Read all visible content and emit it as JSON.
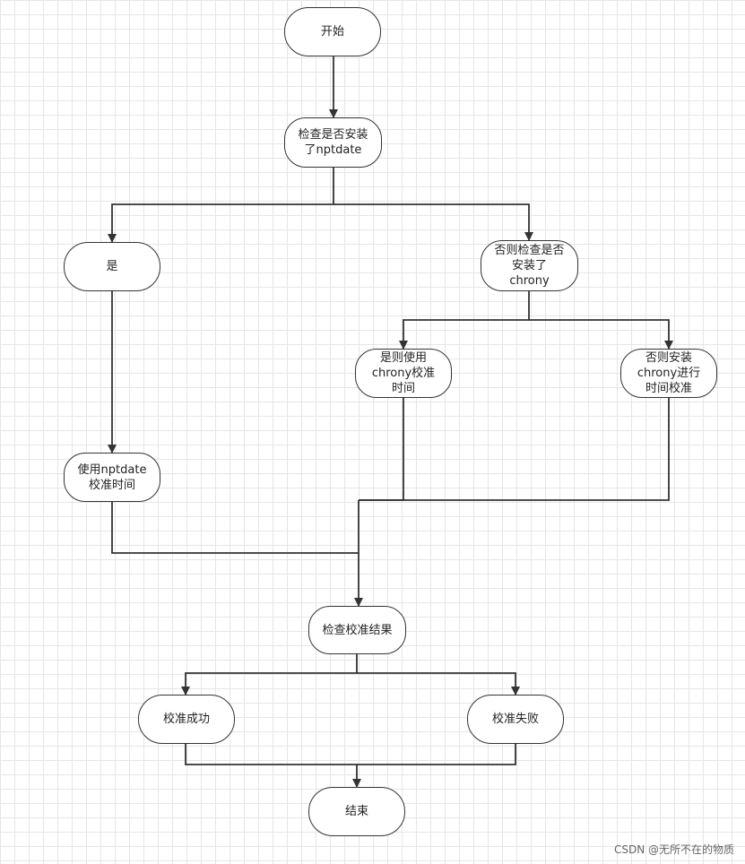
{
  "nodes": {
    "start": "开始",
    "check_ntpdate": "检查是否安装\n了nptdate",
    "yes": "是",
    "else_check_chrony": "否则检查是否\n安装了\nchrony",
    "use_chrony": "是则使用\nchrony校准\n时间",
    "install_chrony": "否则安装\nchrony进行\n时间校准",
    "use_ntpdate": "使用nptdate\n校准时间",
    "check_result": "检查校准结果",
    "success": "校准成功",
    "failure": "校准失败",
    "end": "结束"
  },
  "watermark": "CSDN @无所不在的物质",
  "colors": {
    "stroke": "#333333",
    "grid": "#e6e6e6",
    "fill": "#ffffff"
  }
}
